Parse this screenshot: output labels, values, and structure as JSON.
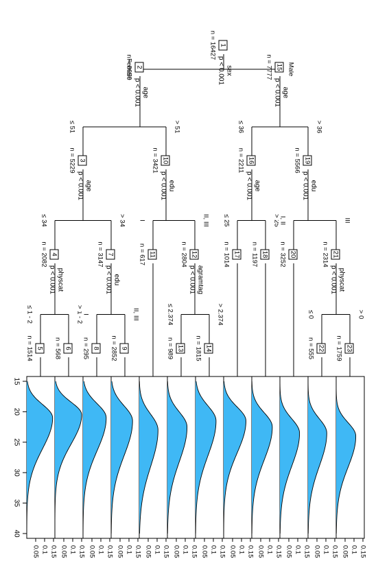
{
  "tree": {
    "nodes": [
      {
        "id": "1",
        "n": "n = 16427",
        "var": "sex",
        "p": "p < 0.001"
      },
      {
        "id": "2",
        "n": "n = 8650",
        "var": "age",
        "p": "p < 0.001"
      },
      {
        "id": "3",
        "n": "n = 5229",
        "var": "age",
        "p": "p < 0.001"
      },
      {
        "id": "4",
        "n": "n = 2082",
        "var": "physcat",
        "p": "p < 0.001"
      },
      {
        "id": "5",
        "n": "n = 1514",
        "terminal": true
      },
      {
        "id": "6",
        "n": "n = 568",
        "terminal": true
      },
      {
        "id": "7",
        "n": "n = 3147",
        "var": "edu",
        "p": "p < 0.001"
      },
      {
        "id": "8",
        "n": "n = 295",
        "terminal": true
      },
      {
        "id": "9",
        "n": "n = 2852",
        "terminal": true
      },
      {
        "id": "10",
        "n": "n = 3421",
        "var": "edu",
        "p": "p < 0.001"
      },
      {
        "id": "11",
        "n": "n = 617",
        "terminal": true
      },
      {
        "id": "12",
        "n": "n = 2804",
        "var": "agramtag",
        "p": "p < 0.001"
      },
      {
        "id": "13",
        "n": "n = 989",
        "terminal": true
      },
      {
        "id": "14",
        "n": "n = 1815",
        "terminal": true
      },
      {
        "id": "15",
        "n": "n = 7777",
        "var": "age",
        "p": "p < 0.001"
      },
      {
        "id": "16",
        "n": "n = 2211",
        "var": "age",
        "p": "p < 0.001"
      },
      {
        "id": "17",
        "n": "n = 1014",
        "terminal": true
      },
      {
        "id": "18",
        "n": "n = 1197",
        "terminal": true
      },
      {
        "id": "19",
        "n": "n = 5566",
        "var": "edu",
        "p": "p < 0.001"
      },
      {
        "id": "20",
        "n": "n = 3252",
        "terminal": true
      },
      {
        "id": "21",
        "n": "n = 2314",
        "var": "physcat",
        "p": "p < 0.001"
      },
      {
        "id": "22",
        "n": "n = 555",
        "terminal": true
      },
      {
        "id": "23",
        "n": "n = 1759",
        "terminal": true
      }
    ],
    "edges": [
      {
        "from": "1",
        "to": "2",
        "label": "Female"
      },
      {
        "from": "1",
        "to": "15",
        "label": "Male"
      },
      {
        "from": "2",
        "to": "3",
        "label": "≤ 51"
      },
      {
        "from": "2",
        "to": "10",
        "label": "> 51"
      },
      {
        "from": "3",
        "to": "4",
        "label": "≤ 34"
      },
      {
        "from": "3",
        "to": "7",
        "label": "> 34"
      },
      {
        "from": "4",
        "to": "5",
        "label": "≤ 1 - 2"
      },
      {
        "from": "4",
        "to": "6",
        "label": "> 1 - 2"
      },
      {
        "from": "7",
        "to": "8",
        "label": "I"
      },
      {
        "from": "7",
        "to": "9",
        "label": "II, III"
      },
      {
        "from": "10",
        "to": "11",
        "label": "I"
      },
      {
        "from": "10",
        "to": "12",
        "label": "II, III"
      },
      {
        "from": "12",
        "to": "13",
        "label": "≤ 2.374"
      },
      {
        "from": "12",
        "to": "14",
        "label": "> 2.374"
      },
      {
        "from": "15",
        "to": "16",
        "label": "≤ 36"
      },
      {
        "from": "15",
        "to": "19",
        "label": "> 36"
      },
      {
        "from": "16",
        "to": "17",
        "label": "≤ 25"
      },
      {
        "from": "16",
        "to": "18",
        "label": "> 25"
      },
      {
        "from": "19",
        "to": "20",
        "label": "I, II"
      },
      {
        "from": "19",
        "to": "21",
        "label": "III"
      },
      {
        "from": "21",
        "to": "22",
        "label": "≤ 0"
      },
      {
        "from": "21",
        "to": "23",
        "label": "> 0"
      }
    ]
  },
  "chart_data": {
    "type": "area",
    "x_axis": {
      "range": [
        15,
        40
      ],
      "ticks": [
        "15",
        "20",
        "25",
        "30",
        "35",
        "40"
      ]
    },
    "y_axis": {
      "range": [
        0,
        0.15
      ],
      "ticks": [
        "0",
        "0.05",
        "0.1",
        "0.15"
      ]
    },
    "panels": [
      {
        "node": "5",
        "peak_x": 21.0,
        "peak_y": 0.145,
        "spread": 3.4
      },
      {
        "node": "6",
        "peak_x": 20.5,
        "peak_y": 0.15,
        "spread": 3.2
      },
      {
        "node": "8",
        "peak_x": 21.0,
        "peak_y": 0.13,
        "spread": 3.6
      },
      {
        "node": "9",
        "peak_x": 21.5,
        "peak_y": 0.12,
        "spread": 3.8
      },
      {
        "node": "11",
        "peak_x": 23.0,
        "peak_y": 0.105,
        "spread": 4.0
      },
      {
        "node": "13",
        "peak_x": 22.5,
        "peak_y": 0.11,
        "spread": 3.8
      },
      {
        "node": "14",
        "peak_x": 21.5,
        "peak_y": 0.115,
        "spread": 3.8
      },
      {
        "node": "17",
        "peak_x": 21.5,
        "peak_y": 0.125,
        "spread": 3.5
      },
      {
        "node": "18",
        "peak_x": 22.5,
        "peak_y": 0.115,
        "spread": 3.6
      },
      {
        "node": "20",
        "peak_x": 23.5,
        "peak_y": 0.11,
        "spread": 3.6
      },
      {
        "node": "22",
        "peak_x": 23.5,
        "peak_y": 0.105,
        "spread": 3.6
      },
      {
        "node": "23",
        "peak_x": 24.0,
        "peak_y": 0.11,
        "spread": 3.4
      }
    ]
  },
  "colors": {
    "fill": "#3fb8f5",
    "line": "#000000"
  }
}
